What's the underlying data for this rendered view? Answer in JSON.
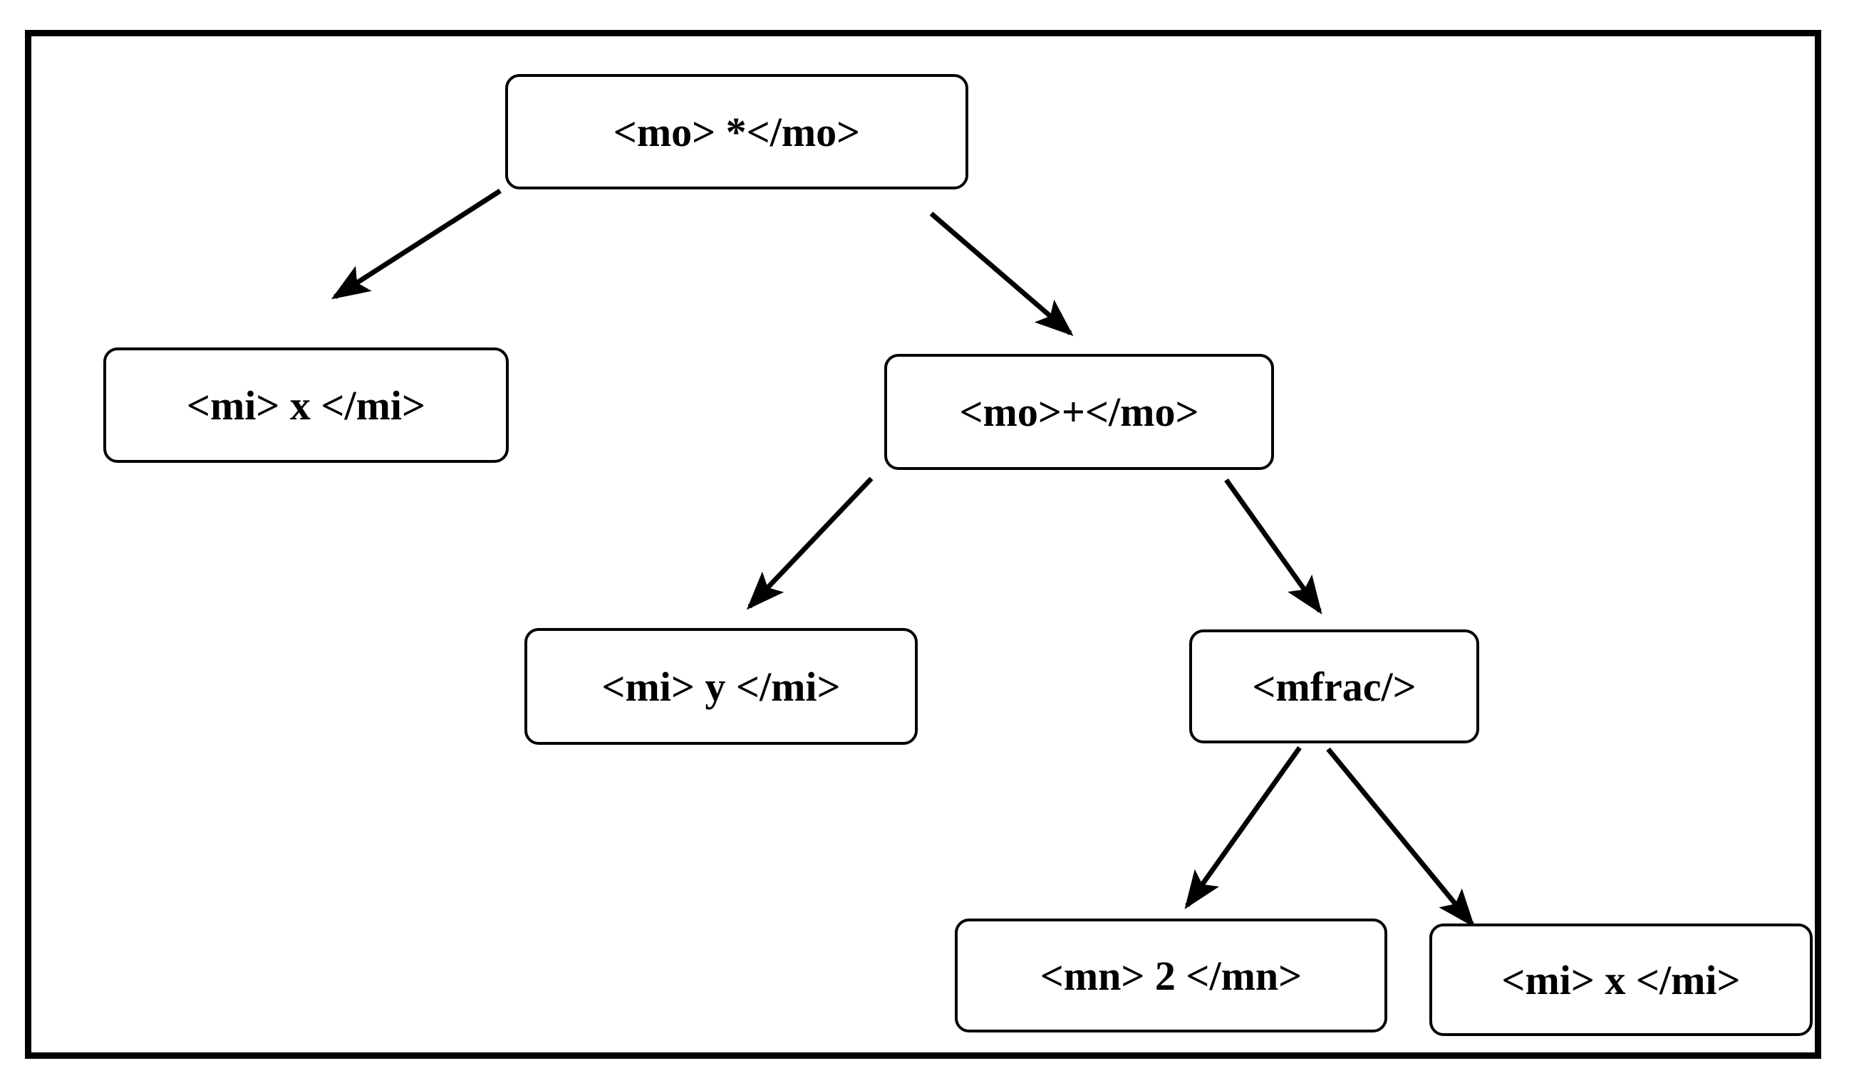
{
  "diagram": {
    "type": "tree",
    "description": "MathML expression parse tree",
    "nodes": {
      "mo_star": {
        "label": "<mo> *</mo>"
      },
      "mi_x_left": {
        "label": "<mi> x </mi>"
      },
      "mo_plus": {
        "label": "<mo>+</mo>"
      },
      "mi_y": {
        "label": "<mi> y </mi>"
      },
      "mfrac": {
        "label": "<mfrac/>"
      },
      "mn_2": {
        "label": "<mn> 2 </mn>"
      },
      "mi_x_right": {
        "label": "<mi> x </mi>"
      }
    },
    "edges": [
      {
        "from": "mo_star",
        "to": "mi_x_left"
      },
      {
        "from": "mo_star",
        "to": "mo_plus"
      },
      {
        "from": "mo_plus",
        "to": "mi_y"
      },
      {
        "from": "mo_plus",
        "to": "mfrac"
      },
      {
        "from": "mfrac",
        "to": "mn_2"
      },
      {
        "from": "mfrac",
        "to": "mi_x_right"
      }
    ],
    "colors": {
      "background": "#ffffff",
      "node_fill": "#ffffff",
      "node_border": "#000000",
      "frame_border": "#000000",
      "arrow": "#000000",
      "text": "#000000"
    }
  }
}
